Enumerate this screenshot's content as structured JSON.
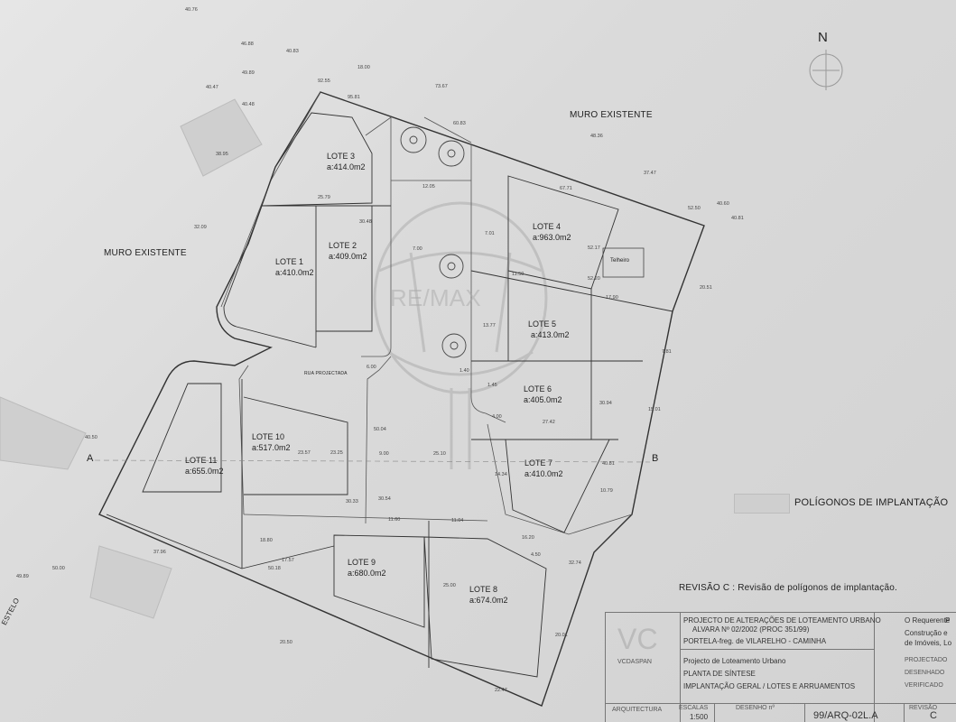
{
  "north": "N",
  "walls": {
    "top": "MURO EXISTENTE",
    "left": "MURO EXISTENTE"
  },
  "section": {
    "a": "A",
    "b": "B"
  },
  "legend": "POLÍGONOS DE IMPLANTAÇÃO",
  "revision": "REVISÃO C : Revisão de polígonos de implantação.",
  "road": "RUA PROJECTADA",
  "road_edge": "ESTELO",
  "watermark": "RE/MAX",
  "lots": [
    {
      "name": "LOTE 3",
      "area": "a:414.0m2"
    },
    {
      "name": "LOTE 1",
      "area": "a:410.0m2"
    },
    {
      "name": "LOTE 2",
      "area": "a:409.0m2"
    },
    {
      "name": "LOTE 4",
      "area": "a:963.0m2"
    },
    {
      "name": "LOTE 5",
      "area": "a:413.0m2"
    },
    {
      "name": "LOTE 6",
      "area": "a:405.0m2"
    },
    {
      "name": "LOTE 7",
      "area": "a:410.0m2"
    },
    {
      "name": "LOTE 10",
      "area": "a:517.0m2"
    },
    {
      "name": "LOTE 11",
      "area": "a:655.0m2"
    },
    {
      "name": "LOTE 9",
      "area": "a:680.0m2"
    },
    {
      "name": "LOTE 8",
      "area": "a:674.0m2"
    }
  ],
  "extra_label": "Telheiro",
  "title_block": {
    "project_title": "PROJECTO DE ALTERAÇÕES DE LOTEAMENTO URBANO",
    "license": "ALVARA Nº 02/2002 (PROC 351/99)",
    "location": "PORTELA-freg. de VILARELHO - CAMINHA",
    "owner_label": "O Requerente",
    "owner_name": "P",
    "owner_desc1": "Construção e",
    "owner_desc2": "de Imóveis, Lo",
    "project": "Projecto de Loteamento Urbano",
    "sheet": "PLANTA DE SÍNTESE",
    "subject": "IMPLANTAÇÃO GERAL / LOTES E ARRUAMENTOS",
    "firm": "VCDASPAN",
    "firm_sub": "ARQUITECTURA",
    "scale_label": "ESCALAS",
    "scale": "1:500",
    "drawing_label": "DESENHO nº",
    "drawing_no": "99/ARQ-02L.A",
    "revision_label": "REVISÃO",
    "revision_no": "C",
    "sign_labels": [
      "PROJECTADO",
      "DESENHADO",
      "VERIFICADO"
    ]
  },
  "dimensions": [
    "40.76",
    "46.88",
    "40.83",
    "49.89",
    "40.47",
    "40.48",
    "38.95",
    "18.00",
    "92.55",
    "95.81",
    "73.67",
    "60.83",
    "48.36",
    "37.47",
    "52.50",
    "40.60",
    "40.81",
    "20.51",
    "32.09",
    "25.79",
    "30.48",
    "12.05",
    "7.00",
    "7.01",
    "11.50",
    "13.77",
    "1.40",
    "1.45",
    "4.00",
    "50.04",
    "11.60",
    "11.04",
    "17.57",
    "25.00",
    "20.50",
    "37.96",
    "50.00",
    "49.89",
    "22.47",
    "20.01",
    "15.01",
    "7.81",
    "16.20",
    "32.74",
    "10.79",
    "40.81",
    "27.42",
    "67.71",
    "52.17",
    "52.20",
    "17.90",
    "9.00",
    "25.10",
    "23.57",
    "40.50",
    "50.18",
    "18.80",
    "23.25",
    "30.33",
    "30.54",
    "14.34",
    "30.94",
    "4.50",
    "6.00"
  ]
}
